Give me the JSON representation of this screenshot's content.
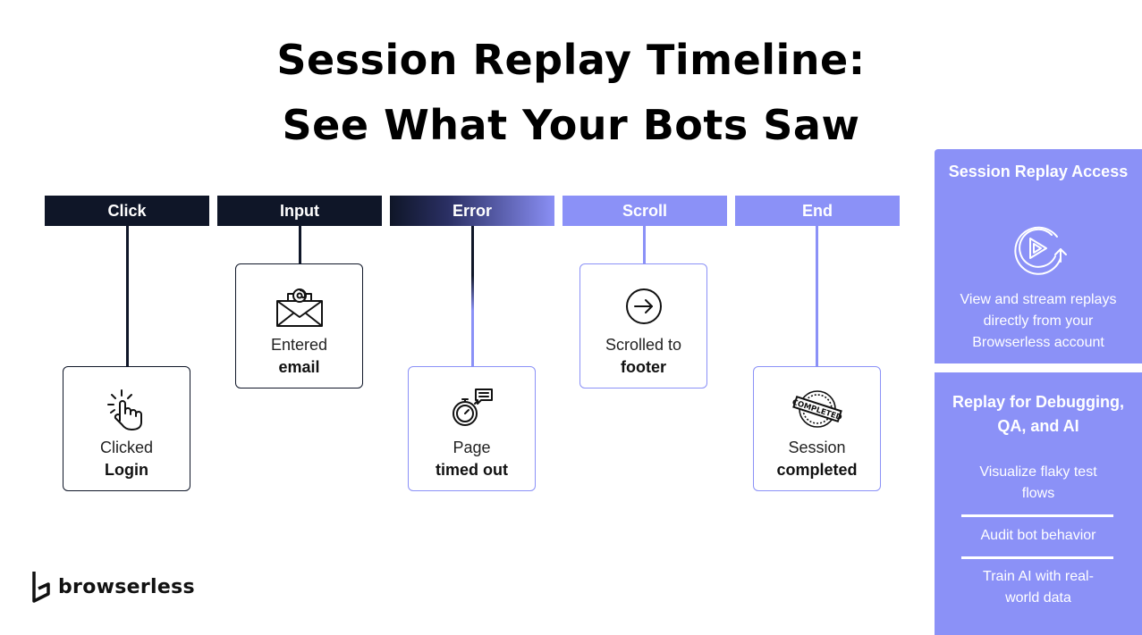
{
  "title": {
    "line1": "Session Replay Timeline:",
    "line2": "See What Your Bots Saw"
  },
  "timeline": [
    {
      "header": "Click",
      "line1": "Clicked",
      "line2": "Login",
      "icon": "tap-hand-icon"
    },
    {
      "header": "Input",
      "line1": "Entered",
      "line2": "email",
      "icon": "envelope-icon"
    },
    {
      "header": "Error",
      "line1": "Page",
      "line2": "timed out",
      "icon": "stopwatch-icon"
    },
    {
      "header": "Scroll",
      "line1": "Scrolled to",
      "line2": "footer",
      "icon": "arrow-circle-icon"
    },
    {
      "header": "End",
      "line1": "Session",
      "line2": "completed",
      "icon": "completed-stamp-icon"
    }
  ],
  "panel_access": {
    "title": "Session Replay Access",
    "icon": "replay-icon",
    "text": "View and stream replays directly from your Browserless account"
  },
  "panel_uses": {
    "title": "Replay for Debugging, QA, and AI",
    "items": [
      "Visualize flaky test flows",
      "Audit bot behavior",
      "Train AI with real-world data"
    ]
  },
  "logo": {
    "text": "browserless",
    "icon": "browserless-logo-icon"
  },
  "colors": {
    "dark": "#0f1628",
    "accent": "#8b91f7",
    "background": "#ffffff"
  }
}
